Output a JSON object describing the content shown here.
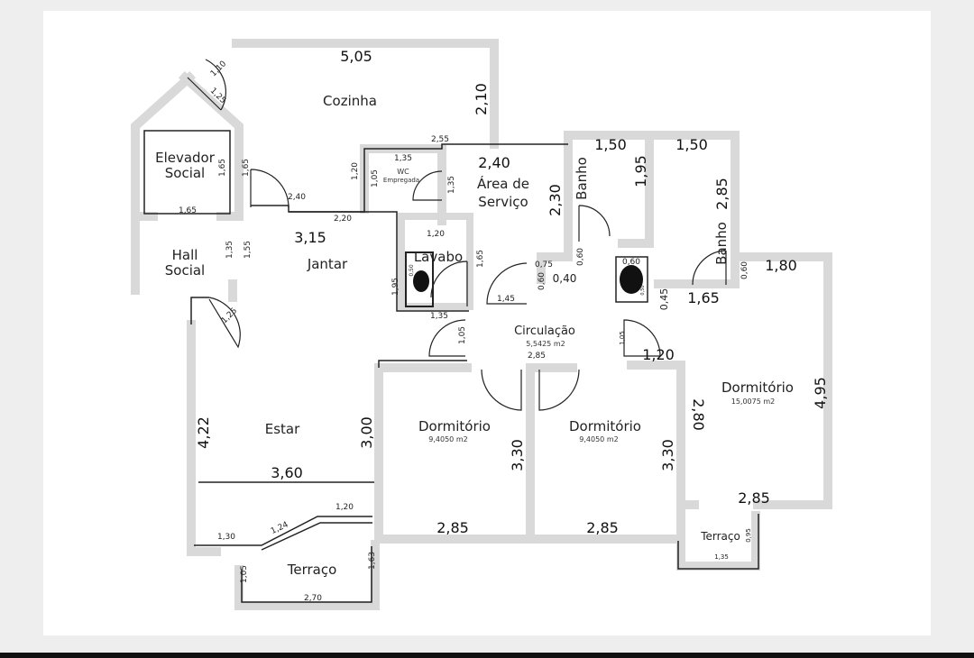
{
  "rooms": {
    "cozinha": "Cozinha",
    "elevador_1": "Elevador",
    "elevador_2": "Social",
    "hall_1": "Hall",
    "hall_2": "Social",
    "jantar": "Jantar",
    "lavabo": "Lavabo",
    "wc_1": "WC",
    "wc_2": "Empregada",
    "area_1": "Área de",
    "area_2": "Serviço",
    "banho_1": "Banho",
    "banho_2": "Banho",
    "circulacao": "Circulação",
    "circulacao_area": "5,5425 m2",
    "estar": "Estar",
    "dorm_1": "Dormitório",
    "dorm_1_area": "9,4050 m2",
    "dorm_2": "Dormitório",
    "dorm_2_area": "9,4050 m2",
    "dorm_3": "Dormitório",
    "dorm_3_area": "15,0075 m2",
    "terraco_1": "Terraço",
    "terraco_2": "Terraço"
  },
  "dims": {
    "cozinha_w": "5,05",
    "cozinha_h": "2,10",
    "door_110": "1,10",
    "door_125a": "1,25",
    "elev_h1": "1,65",
    "elev_h2": "1,65",
    "elev_w": "1,65",
    "jantar_door": "2,40",
    "wc_out": "2,55",
    "wc_w": "1,35",
    "wc_h1": "1,20",
    "wc_h2": "1,05",
    "wc_door": "1,35",
    "jantar_wall": "2,20",
    "jantar_w": "3,15",
    "hall_h1": "1,35",
    "hall_h2": "1,55",
    "lavabo_w": "1,20",
    "lavabo_h": "1,65",
    "lavabo_h2": "1,95",
    "lavabo_b": "1,35",
    "lavabo_wc": "0,50",
    "hall_door": "1,25",
    "area_w": "2,40",
    "area_h": "2,30",
    "banho1_w": "1,50",
    "banho1_h": "1,95",
    "banho2_w": "1,50",
    "banho2_h": "2,85",
    "b1_door": "0,60",
    "d075": "0,75",
    "d060a": "0,60",
    "d040": "0,40",
    "d145": "1,45",
    "shaft_w": "0,60",
    "shaft_h": "0,50",
    "d045": "0,45",
    "d165": "1,65",
    "b2_door": "0,60",
    "d180": "1,80",
    "circ_d1": "1,05",
    "circ_d2": "1,05",
    "circ_w": "2,85",
    "d120": "1,20",
    "estar_h": "4,22",
    "estar_r": "3,00",
    "estar_w": "3,60",
    "ter_top": "1,20",
    "ter_diag": "1,24",
    "ter_left": "1,30",
    "dorm1_w": "2,85",
    "dorm1_h": "3,30",
    "dorm2_w": "2,85",
    "dorm2_h": "3,30",
    "dorm3_l": "2,80",
    "dorm3_h": "4,95",
    "dorm3_w": "2,85",
    "ter2_h": "0,95",
    "ter2_w": "1,35",
    "ter1_l": "1,05",
    "ter1_r": "1,63",
    "ter1_w": "2,70"
  }
}
